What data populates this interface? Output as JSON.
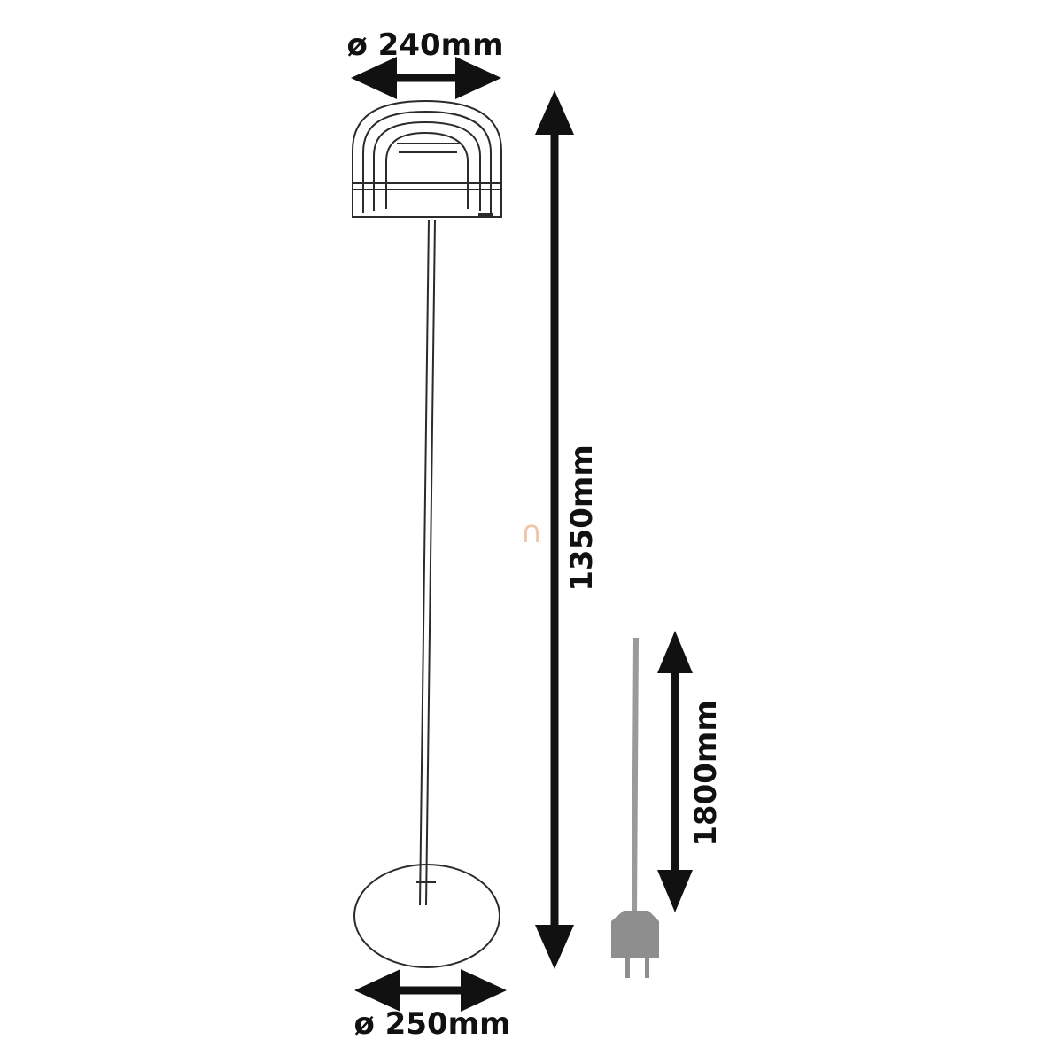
{
  "dimensions": {
    "shade_diameter": "ø 240mm",
    "total_height": "1350mm",
    "cable_length": "1800mm",
    "base_diameter": "ø 250mm"
  },
  "colors": {
    "ink": "#111111",
    "line": "#2b2b2b",
    "cable": "#9a9a9a",
    "plug": "#8e8e8e",
    "watermark": "#f0c4a8"
  },
  "watermark": "∩"
}
